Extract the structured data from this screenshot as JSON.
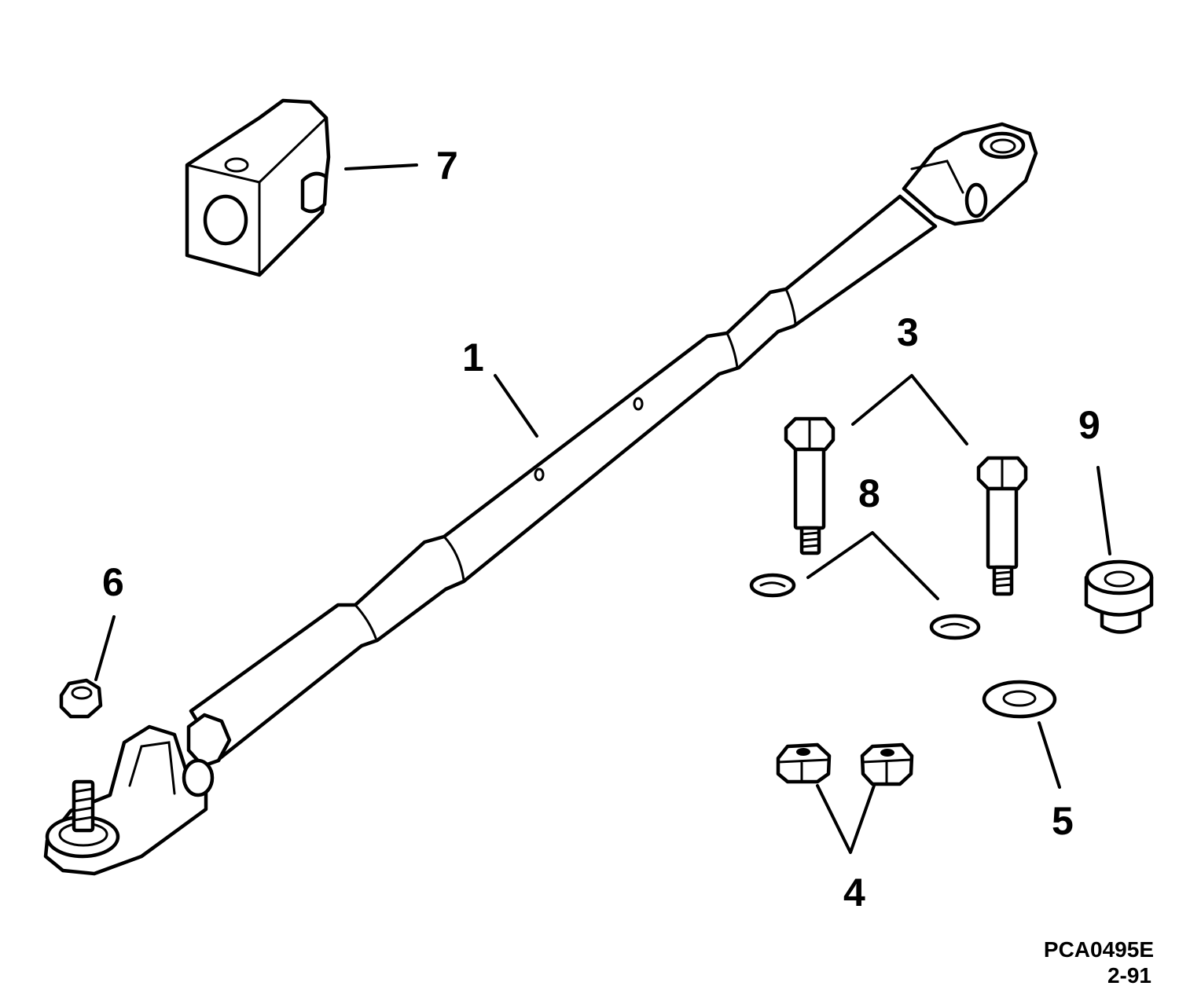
{
  "callouts": {
    "c1": "1",
    "c3": "3",
    "c4": "4",
    "c5": "5",
    "c6": "6",
    "c7": "7",
    "c8": "8",
    "c9": "9"
  },
  "drawing_code": "PCA0495E",
  "drawing_date": "2-91"
}
